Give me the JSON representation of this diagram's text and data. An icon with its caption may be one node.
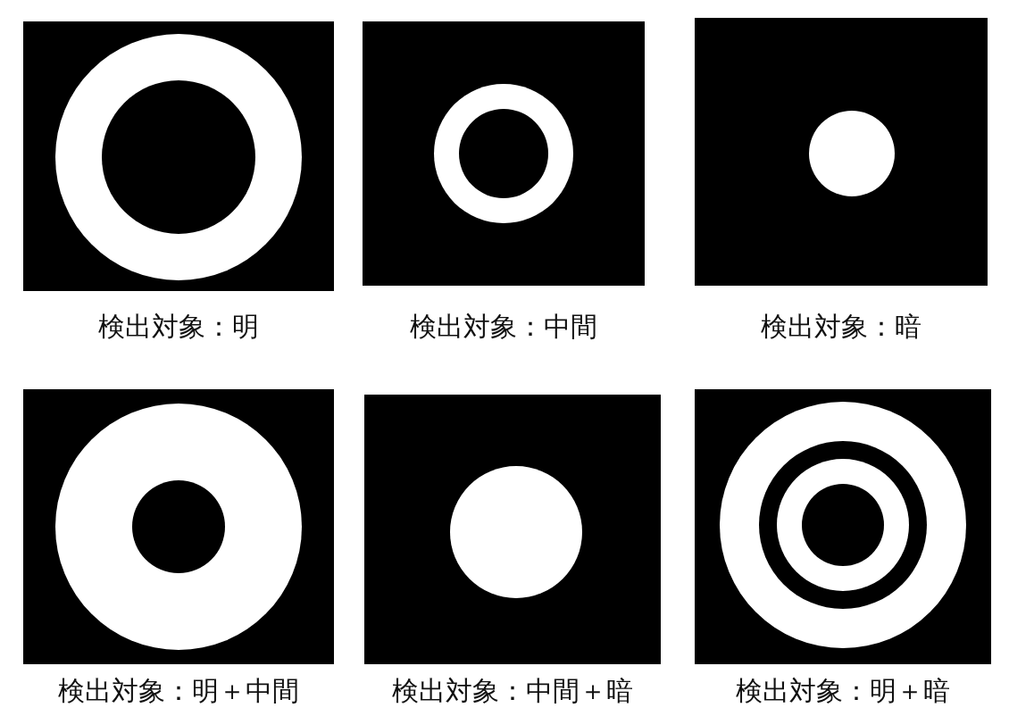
{
  "diagram": {
    "labels": [
      "検出対象：明",
      "検出対象：中間",
      "検出対象：暗",
      "検出対象：明＋中間",
      "検出対象：中間＋暗",
      "検出対象：明＋暗"
    ]
  }
}
